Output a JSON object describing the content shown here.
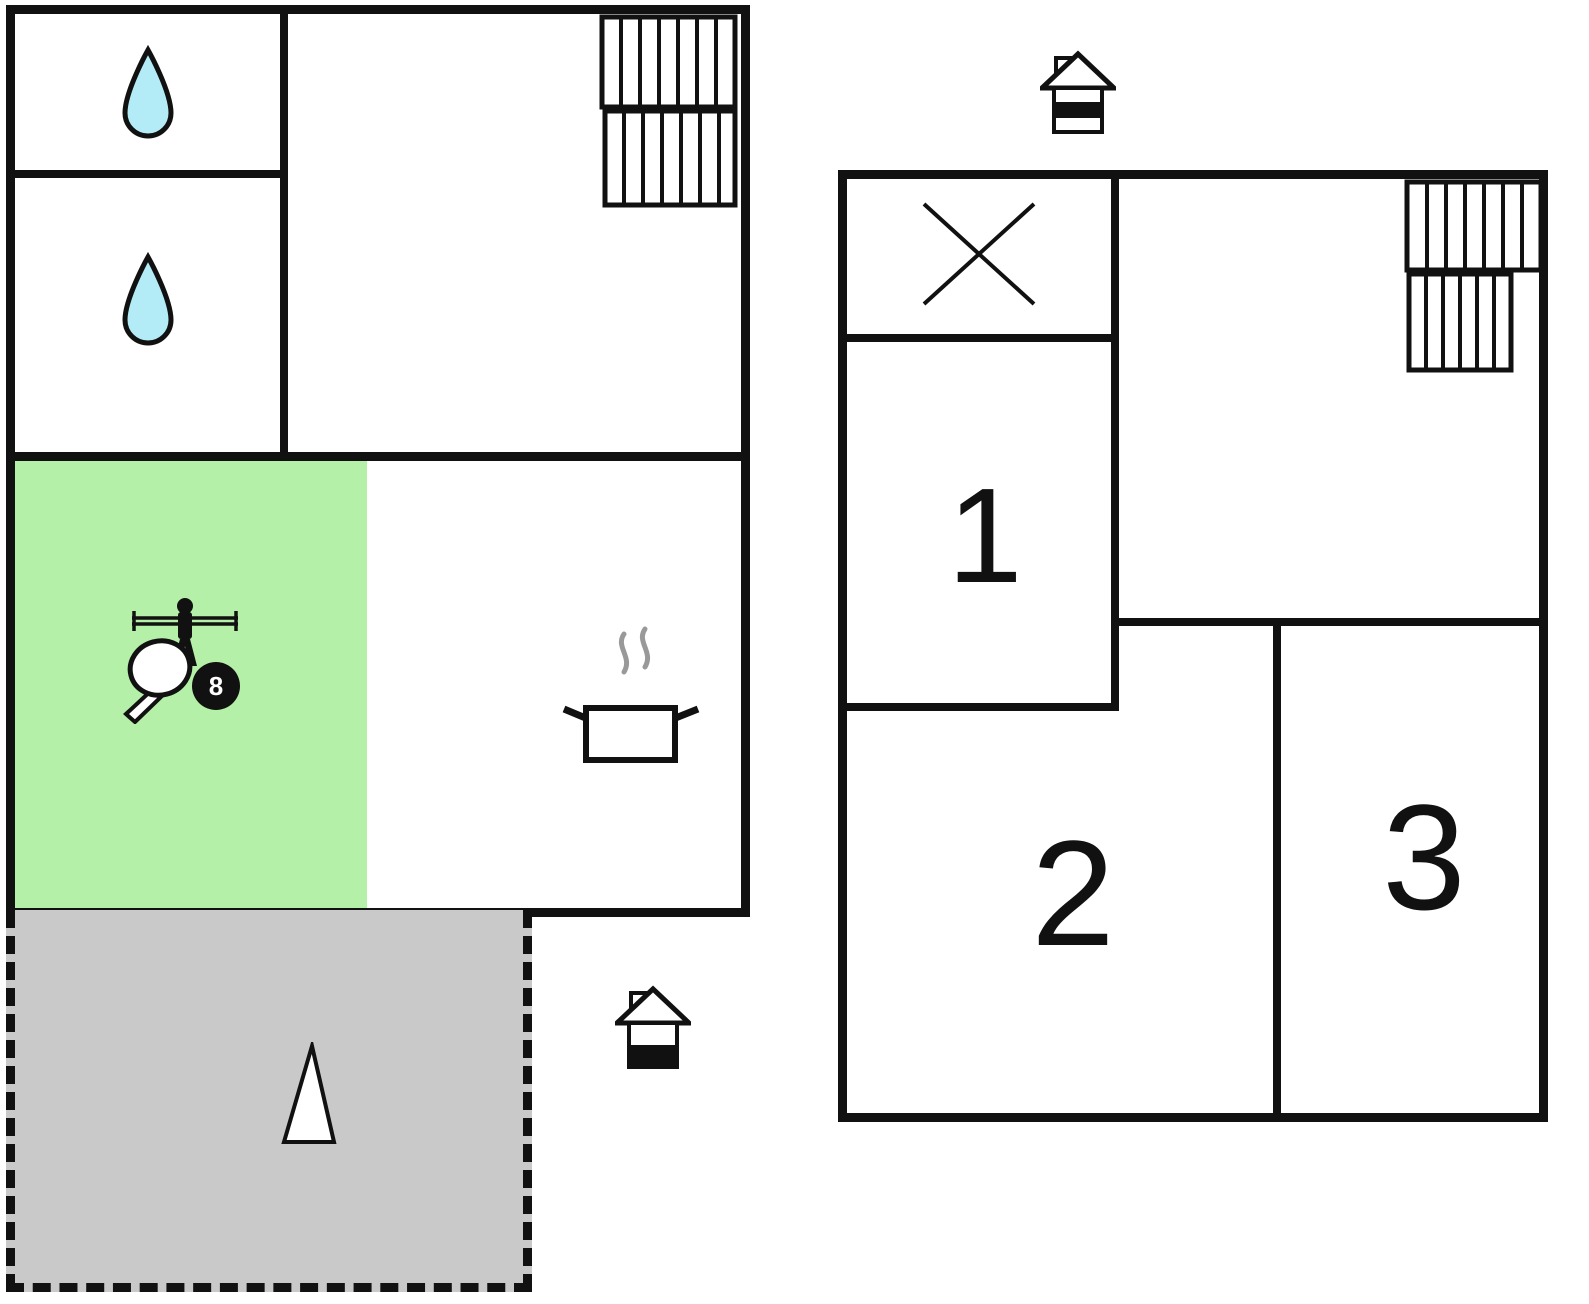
{
  "title": "Two-level holiday home floor plan",
  "colors": {
    "wall": "#111111",
    "activity_room_fill": "#b5f0a8",
    "terrace_fill": "#c9c9c9",
    "water_drop_fill": "#b3ecf7",
    "steam": "#999999",
    "background": "#ffffff"
  },
  "ground_floor": {
    "eight_ball_label": "8"
  },
  "first_floor": {
    "rooms": [
      {
        "label": "1"
      },
      {
        "label": "2"
      },
      {
        "label": "3"
      }
    ]
  },
  "icons": {
    "water_drop": "water-drop-icon",
    "stairs": "stairs-icon",
    "table_football": "table-football-icon",
    "table_tennis_paddle": "table-tennis-paddle-icon",
    "eight_ball": "eight-ball-icon",
    "cooking_pot": "cooking-pot-icon",
    "ground_floor_indicator": "ground-floor-indicator-icon",
    "first_floor_indicator": "first-floor-indicator-icon",
    "terrace_triangle": "terrace-triangle-icon",
    "crossed_area": "cross-icon"
  }
}
